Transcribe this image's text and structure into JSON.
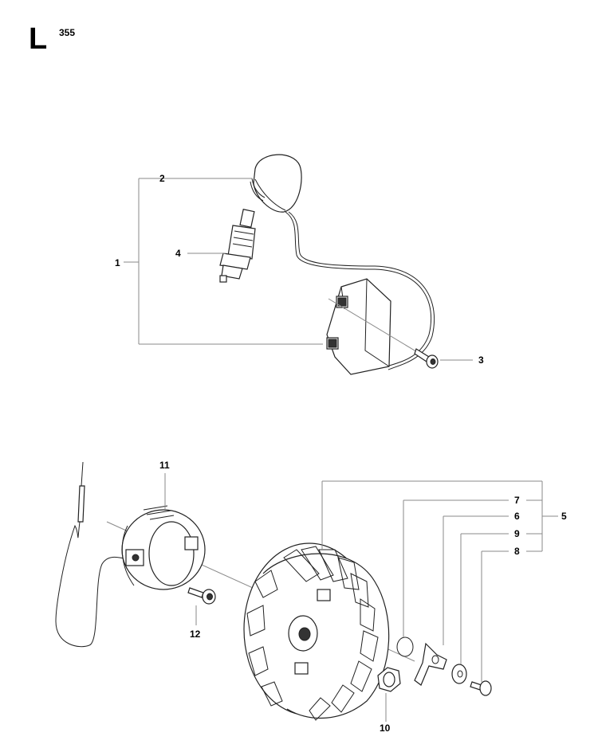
{
  "header": {
    "section_letter": "L",
    "page_number": "355"
  },
  "callouts": {
    "c1": "1",
    "c2": "2",
    "c3": "3",
    "c4": "4",
    "c5": "5",
    "c6": "6",
    "c7": "7",
    "c8": "8",
    "c9": "9",
    "c10": "10",
    "c11": "11",
    "c12": "12"
  }
}
